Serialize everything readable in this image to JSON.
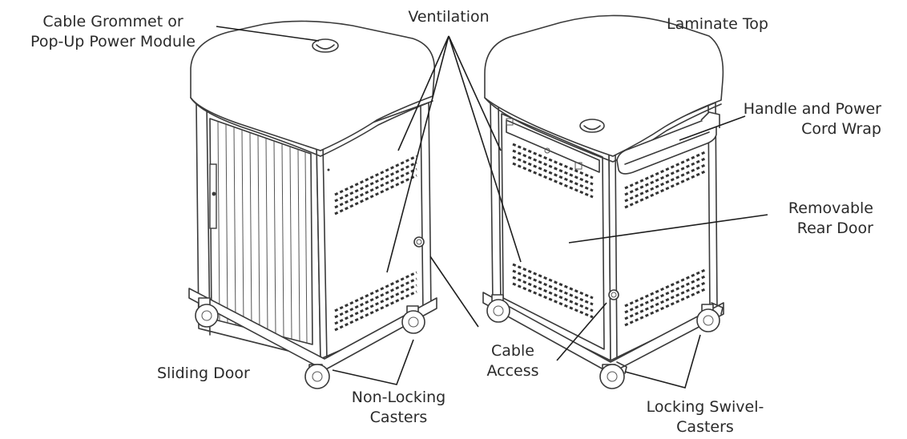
{
  "labels": {
    "cable_grommet": [
      "Cable Grommet or",
      "Pop-Up Power Module"
    ],
    "ventilation": [
      "Ventilation"
    ],
    "laminate_top": [
      "Laminate Top"
    ],
    "handle_cord_wrap": [
      "Handle and Power",
      "Cord Wrap"
    ],
    "removable_rear_door": [
      "Removable",
      "Rear Door"
    ],
    "sliding_door": [
      "Sliding Door"
    ],
    "non_locking_casters": [
      "Non-Locking",
      "Casters"
    ],
    "cable_access": [
      "Cable",
      "Access"
    ],
    "locking_swivel_casters": [
      "Locking Swivel-",
      "Casters"
    ]
  }
}
